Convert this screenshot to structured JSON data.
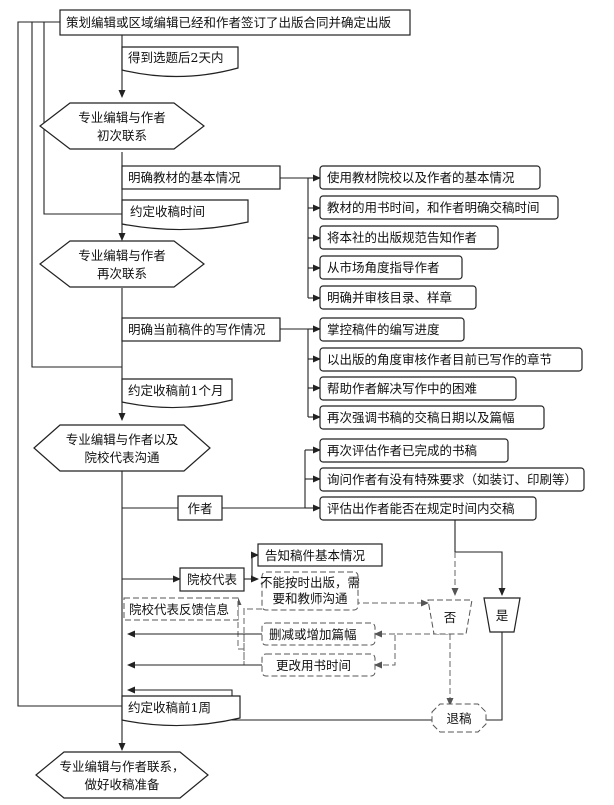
{
  "top_box": "策划编辑或区域编辑已经和作者签订了出版合同并确定出版",
  "within_2_days": "得到选题后2天内",
  "hex1": [
    "专业编辑与作者",
    "初次联系"
  ],
  "clarify_basic": "明确教材的基本情况",
  "basic_items": [
    "使用教材院校以及作者的基本情况",
    "教材的用书时间，和作者明确交稿时间",
    "将本社的出版规范告知作者",
    "从市场角度指导作者",
    "明确并审核目录、样章"
  ],
  "agree_time": "约定收稿时间",
  "hex2": [
    "专业编辑与作者",
    "再次联系"
  ],
  "clarify_current": "明确当前稿件的写作情况",
  "current_items": [
    "掌控稿件的编写进度",
    "以出版的角度审核作者目前已写作的章节",
    "帮助作者解决写作中的困难",
    "再次强调书稿的交稿日期以及篇幅"
  ],
  "one_month": "约定收稿前1个月",
  "hex3": [
    "专业编辑与作者以及",
    "院校代表沟通"
  ],
  "author_items": [
    "再次评估作者已完成的书稿",
    "询问作者有没有特殊要求（如装订、印刷等）",
    "评估出作者能否在规定时间内交稿"
  ],
  "author": "作者",
  "school_rep": "院校代表",
  "notify": "告知稿件基本情况",
  "cannot_publish": [
    "不能按时出版，需",
    "要和教师沟通"
  ],
  "rep_feedback": "院校代表反馈信息",
  "no": "否",
  "yes": "是",
  "cut_add": "删减或增加篇幅",
  "change_time": "更改用书时间",
  "reject": "退稿",
  "one_week": "约定收稿前1周",
  "hex4": [
    "专业编辑与作者联系，",
    "做好收稿准备"
  ]
}
